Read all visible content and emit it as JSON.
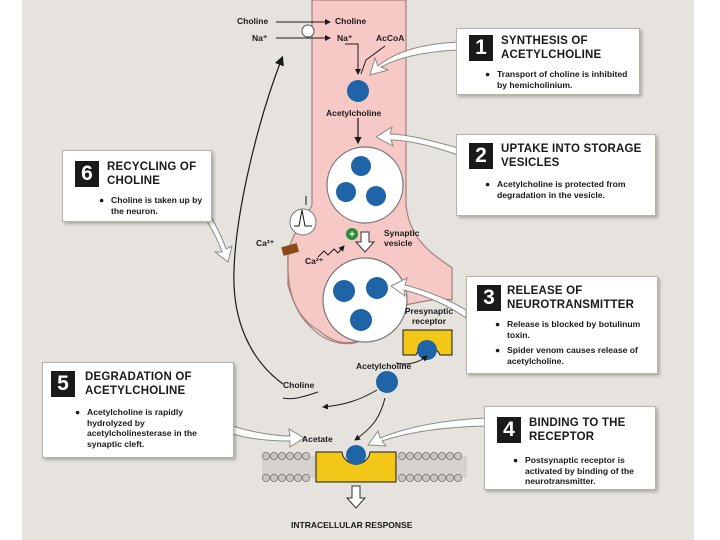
{
  "diagram": {
    "labels": {
      "choline_left": "Choline",
      "na_left": "Na⁺",
      "choline_right": "Choline",
      "na_right": "Na⁺",
      "accoa": "AcCoA",
      "acetylcholine_top": "Acetylcholine",
      "ca_outside": "Ca²⁺",
      "ca_inside": "Ca²⁺",
      "synaptic_vesicle": "Synaptic vesicle",
      "presynaptic_receptor": "Presynaptic receptor",
      "acetylcholine_cleft": "Acetylcholine",
      "choline_cleft": "Choline",
      "acetate": "Acetate",
      "intracellular_response": "INTRACELLULAR RESPONSE"
    },
    "panels": [
      {
        "number": "1",
        "title": "SYNTHESIS OF ACETYLCHOLINE",
        "bullets": [
          "Transport of choline is inhibited by hemicholinium."
        ]
      },
      {
        "number": "2",
        "title": "UPTAKE INTO STORAGE VESICLES",
        "bullets": [
          "Acetylcholine is protected from degradation in the vesicle."
        ]
      },
      {
        "number": "3",
        "title": "RELEASE OF NEUROTRANSMITTER",
        "bullets": [
          "Release is blocked by botulinum toxin.",
          "Spider venom causes release of acetylcholine."
        ]
      },
      {
        "number": "4",
        "title": "BINDING TO THE RECEPTOR",
        "bullets": [
          "Postsynaptic receptor is activated by binding of the neurotransmitter."
        ]
      },
      {
        "number": "5",
        "title": "DEGRADATION OF ACETYLCHOLINE",
        "bullets": [
          "Acetylcholine is rapidly hydrolyzed by acetylcholinesterase in the synaptic cleft."
        ]
      },
      {
        "number": "6",
        "title": "RECYCLING OF CHOLINE",
        "bullets": [
          "Choline is taken up by the neuron."
        ]
      }
    ],
    "colors": {
      "background": "#e6e3de",
      "neuron": "#f7c9c6",
      "neuron_outline": "#a77f7c",
      "molecule": "#1f64a6",
      "receptor": "#f2c718",
      "membrane_head": "#c9c6c2"
    }
  }
}
